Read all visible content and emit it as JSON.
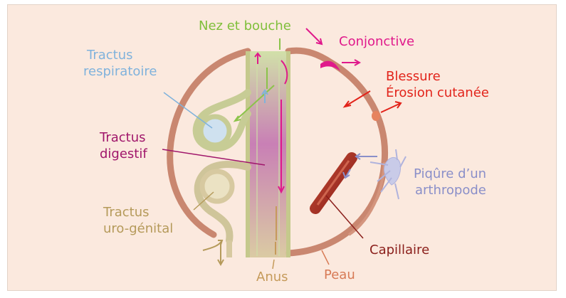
{
  "labels": {
    "nez_bouche": "Nez et bouche",
    "conjonctive": "Conjonctive",
    "tractus_respiratoire_1": "Tractus",
    "tractus_respiratoire_2": "respiratoire",
    "blessure": "Blessure",
    "erosion": "Érosion cutanée",
    "tractus_digestif_1": "Tractus",
    "tractus_digestif_2": "digestif",
    "piqure_1": "Piqûre d’un",
    "piqure_2": "arthropode",
    "tractus_uro_1": "Tractus",
    "tractus_uro_2": "uro-génital",
    "capillaire": "Capillaire",
    "anus": "Anus",
    "peau": "Peau"
  },
  "colors": {
    "background": "#fbe9de",
    "skin": "#c98770",
    "gut": "#b94f96",
    "nose_label": "#7fbf3a",
    "conjunctiva": "#e0198b",
    "wound": "#e2231a",
    "respiratory": "#7fb2dc",
    "digestive": "#a0166b",
    "arthropod": "#8a8fc9",
    "urogenital": "#b59a5a",
    "capillary": "#8a1e1a",
    "anus": "#c59a5a",
    "peau": "#d77a55"
  }
}
